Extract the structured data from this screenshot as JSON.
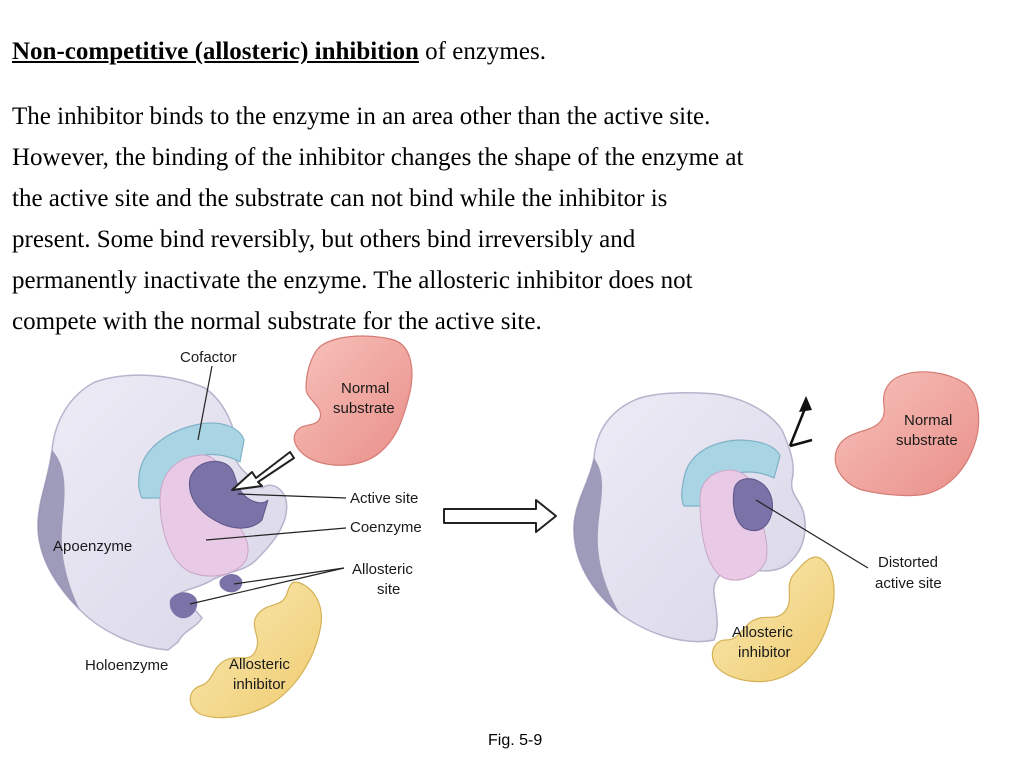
{
  "title": {
    "bold": "Non-competitive (allosteric) inhibition",
    "rest": " of enzymes."
  },
  "paragraph_lines": [
    "The inhibitor binds to the enzyme in an area other than the active site.",
    "However, the binding of the inhibitor changes the shape of the enzyme at",
    "the active site and the substrate can not bind while the inhibitor is",
    "present.  Some bind reversibly, but others bind irreversibly and",
    "permanently inactivate the enzyme.  The allosteric inhibitor does not",
    "compete with the normal substrate for the active site."
  ],
  "left_diagram": {
    "cofactor": "Cofactor",
    "normal_substrate": [
      "Normal",
      "substrate"
    ],
    "active_site": "Active site",
    "coenzyme": "Coenzyme",
    "apoenzyme": "Apoenzyme",
    "allosteric_site": [
      "Allosteric",
      "site"
    ],
    "holoenzyme": "Holoenzyme",
    "allosteric_inhibitor": [
      "Allosteric",
      "inhibitor"
    ]
  },
  "right_diagram": {
    "normal_substrate": [
      "Normal",
      "substrate"
    ],
    "distorted_active_site": [
      "Distorted",
      "active site"
    ],
    "allosteric_inhibitor": [
      "Allosteric",
      "inhibitor"
    ]
  },
  "caption": "Fig. 5-9",
  "colors": {
    "enzyme": "#e2e0ee",
    "enzyme_shadow": "#8c88ad",
    "cofactor": "#a9d4e4",
    "coenzyme": "#e8c9e6",
    "active_site": "#7b72a8",
    "substrate": "#f3a6a0",
    "inhibitor": "#f5dd96"
  }
}
